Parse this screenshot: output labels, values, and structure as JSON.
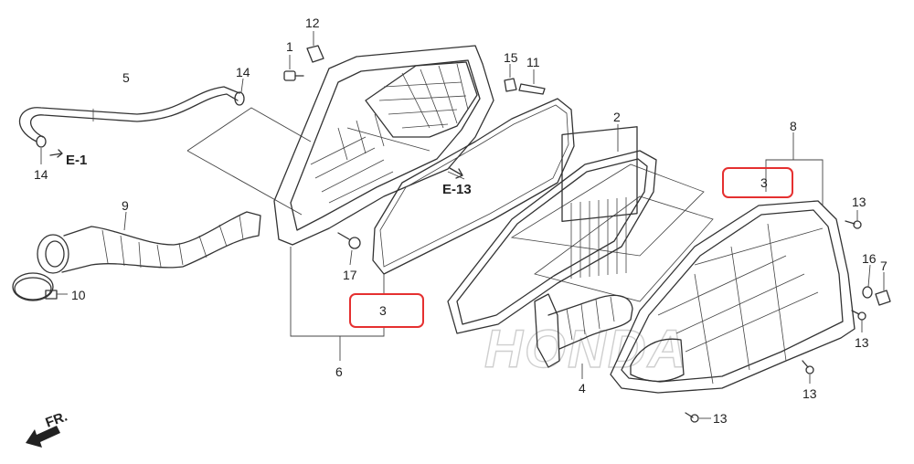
{
  "parts": [
    {
      "id": "p1",
      "label": "1"
    },
    {
      "id": "p2",
      "label": "2"
    },
    {
      "id": "p3a",
      "label": "3"
    },
    {
      "id": "p3b",
      "label": "3"
    },
    {
      "id": "p4",
      "label": "4"
    },
    {
      "id": "p5",
      "label": "5"
    },
    {
      "id": "p6",
      "label": "6"
    },
    {
      "id": "p7",
      "label": "7"
    },
    {
      "id": "p8",
      "label": "8"
    },
    {
      "id": "p9",
      "label": "9"
    },
    {
      "id": "p10",
      "label": "10"
    },
    {
      "id": "p11",
      "label": "11"
    },
    {
      "id": "p12",
      "label": "12"
    },
    {
      "id": "p13a",
      "label": "13"
    },
    {
      "id": "p13b",
      "label": "13"
    },
    {
      "id": "p13c",
      "label": "13"
    },
    {
      "id": "p13d",
      "label": "13"
    },
    {
      "id": "p14a",
      "label": "14"
    },
    {
      "id": "p14b",
      "label": "14"
    },
    {
      "id": "p15",
      "label": "15"
    },
    {
      "id": "p16",
      "label": "16"
    },
    {
      "id": "p17",
      "label": "17"
    }
  ],
  "refs": {
    "e1": "E-1",
    "e13": "E-13",
    "front": "FR."
  },
  "watermark": "HONDA",
  "colors": {
    "highlight": "#e53030",
    "line": "#333333"
  }
}
